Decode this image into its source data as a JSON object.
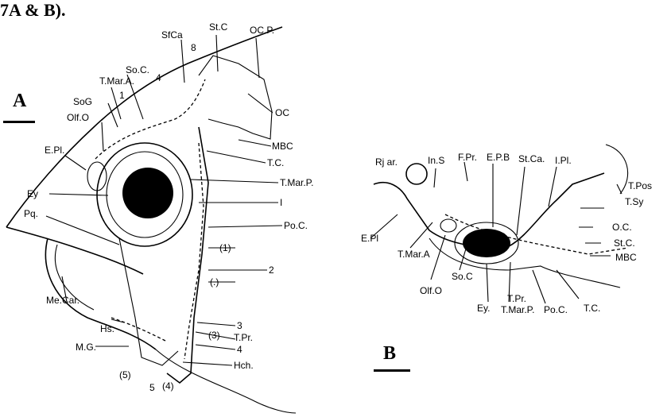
{
  "caption": "7A & B).",
  "figure_a": {
    "label": "A",
    "labels": {
      "OCP": "OC.P.",
      "StC": "St.C",
      "SfCa": "SfCa",
      "SoC": "So.C.",
      "TMarA": "T.Mar.A.",
      "SoG": "SoG",
      "OffO": "Olf.O",
      "EPl": "E.Pl.",
      "Ey": "Ey",
      "Pq": "Pq.",
      "MeCar": "Me.Car.",
      "Hs": "Hs.",
      "MG": "M.G.",
      "n8": "8",
      "n4": "4",
      "n1": "1",
      "OC": "OC",
      "MBC": "MBC",
      "TC": "T.C.",
      "TMarP": "T.Mar.P.",
      "I": "I",
      "PoC": "Po.C.",
      "p1": "(1)",
      "n2": "2",
      "p2": "(.)",
      "n3": "3",
      "p3": "(3)",
      "TPr": "T.Pr.",
      "n4b": "4",
      "Hch": "Hch.",
      "p5": "(5)",
      "n5": "5",
      "p4": "(4)"
    }
  },
  "figure_b": {
    "label": "B",
    "labels": {
      "Rjar": "Rj ar.",
      "InS": "In.S",
      "FPr": "F.Pr.",
      "EPB": "E.P.B",
      "StCa": "St.Ca.",
      "IPl": "I.Pl.",
      "TPos": "T.Pos",
      "TSy": "T.Sy",
      "OC": "O.C.",
      "StC": "St.C.",
      "MBC": "MBC",
      "TC": "T.C.",
      "PoC": "Po.C.",
      "TMarP": "T.Mar.P.",
      "TPr": "T.Pr.",
      "Ey": "Ey.",
      "SoC": "So.C",
      "OffO": "Olf.O",
      "TMarA": "T.Mar.A",
      "EPl": "E.Pl"
    }
  }
}
